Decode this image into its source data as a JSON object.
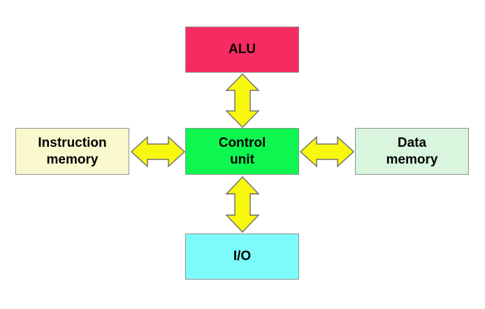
{
  "diagram": {
    "background": "#FFFFFF",
    "box_border_color": "#909090",
    "nodes": {
      "alu": {
        "label": "ALU",
        "fill": "#F62B62"
      },
      "control_unit": {
        "label": "Control\nunit",
        "fill": "#0EF750"
      },
      "instruction_memory": {
        "label": "Instruction\nmemory",
        "fill": "#FAF8CD"
      },
      "data_memory": {
        "label": "Data\nmemory",
        "fill": "#D9F5DD"
      },
      "io": {
        "label": "I/O",
        "fill": "#7DFBFB"
      }
    },
    "connector": {
      "fill": "#F8F70E",
      "stroke": "#737373",
      "links": [
        "ALU <-> Control unit",
        "Instruction memory <-> Control unit",
        "Control unit <-> Data memory",
        "Control unit <-> I/O"
      ]
    }
  }
}
